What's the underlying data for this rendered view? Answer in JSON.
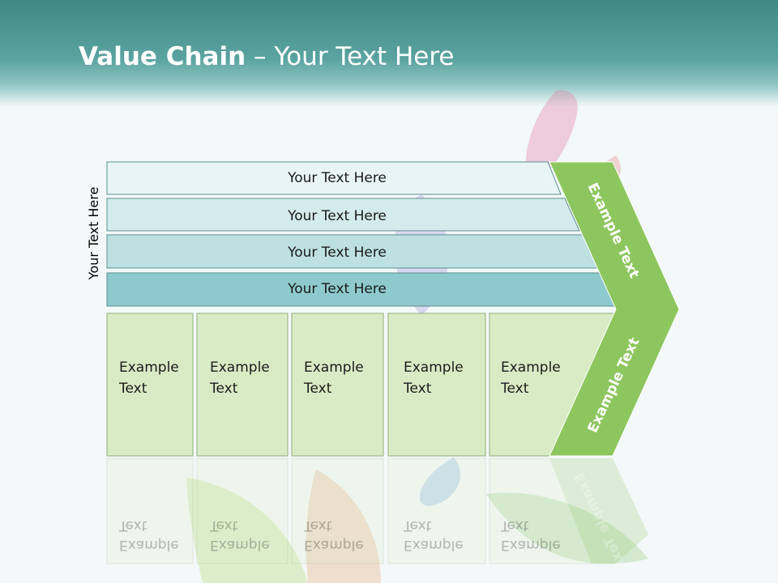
{
  "title": {
    "bold_part": "Value Chain",
    "rest_part": " – Your Text Here"
  },
  "side_label": "Your Text Here",
  "bars": [
    {
      "label": "Your Text Here",
      "color": "#e9f5f5"
    },
    {
      "label": "Your Text Here",
      "color": "#d3ebec"
    },
    {
      "label": "Your Text Here",
      "color": "#bde0e1"
    },
    {
      "label": "Your Text Here",
      "color": "#8ecacd"
    }
  ],
  "boxes": [
    {
      "line1": "Example",
      "line2": "Text"
    },
    {
      "line1": "Example",
      "line2": "Text"
    },
    {
      "line1": "Example",
      "line2": "Text"
    },
    {
      "line1": "Example",
      "line2": "Text"
    },
    {
      "line1": "Example",
      "line2": "Text"
    }
  ],
  "chevron": {
    "upper_label": "Example Text",
    "lower_label": "Example Text",
    "color": "#8dc65e"
  },
  "colors": {
    "header": "#4a9895",
    "box_fill": "#d9ebc5",
    "box_stroke": "#8faf78",
    "bar_stroke": "#5c8f8f"
  }
}
